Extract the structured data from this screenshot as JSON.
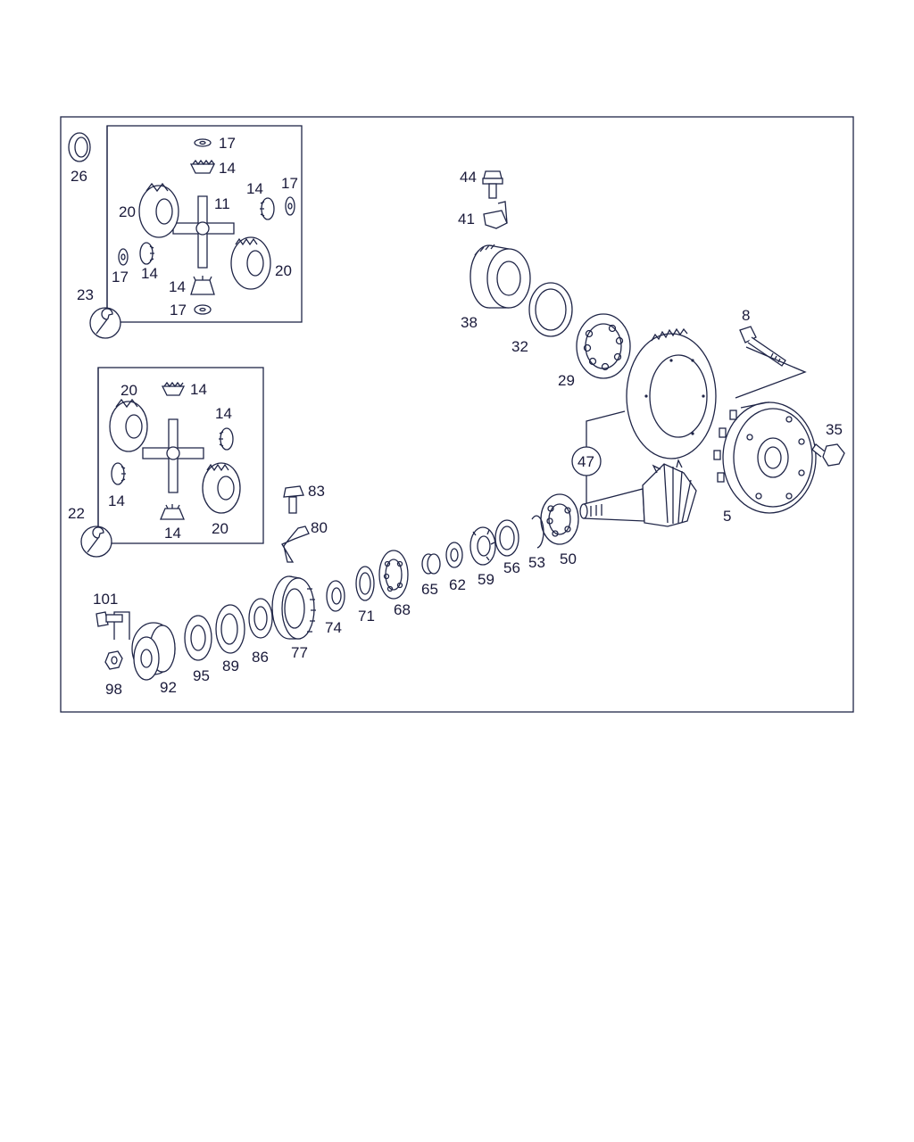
{
  "labels": {
    "p26": "26",
    "p23": "23",
    "p22": "22",
    "b1_17a": "17",
    "b1_14a": "14",
    "b1_14b": "14",
    "b1_17b": "17",
    "b1_20a": "20",
    "b1_11": "11",
    "b1_17c": "17",
    "b1_14c": "14",
    "b1_14d": "14",
    "b1_17d": "17",
    "b1_20b": "20",
    "b2_20a": "20",
    "b2_14a": "14",
    "b2_14b": "14",
    "b2_14c": "14",
    "b2_14d": "14",
    "b2_20b": "20",
    "p44": "44",
    "p41": "41",
    "p38": "38",
    "p32": "32",
    "p29": "29",
    "p8": "8",
    "p35": "35",
    "p5": "5",
    "p47": "47",
    "p83": "83",
    "p80": "80",
    "p50": "50",
    "p53": "53",
    "p56": "56",
    "p59": "59",
    "p62": "62",
    "p65": "65",
    "p68": "68",
    "p71": "71",
    "p74": "74",
    "p77": "77",
    "p86": "86",
    "p89": "89",
    "p95": "95",
    "p92": "92",
    "p98": "98",
    "p101": "101"
  },
  "icons": {
    "set_23": "wrench-icon",
    "set_22": "wrench-icon"
  },
  "colors": {
    "line": "#1f2547",
    "text": "#1a1a3a",
    "background": "#ffffff"
  }
}
